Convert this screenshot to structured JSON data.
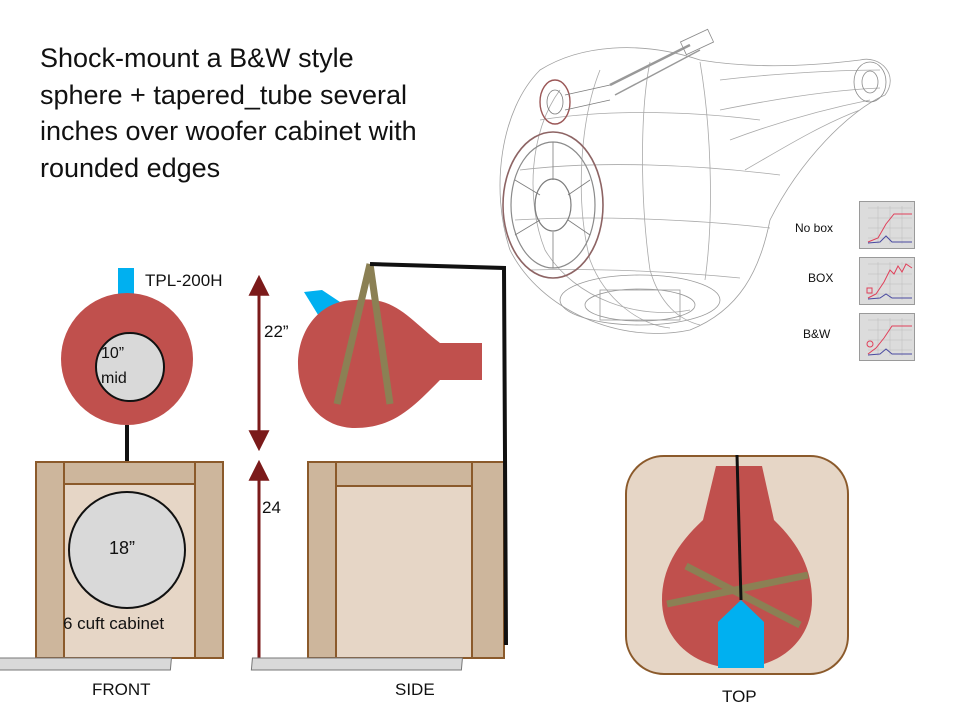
{
  "title_lines": [
    "Shock-mount a B&W style",
    "sphere + tapered_tube several",
    "inches over woofer cabinet with",
    "rounded edges"
  ],
  "labels": {
    "driver_model": "TPL-200H",
    "mid_size": "10”",
    "mid_word": "mid",
    "sphere_height": "22”",
    "cabinet_height": "24",
    "woofer_size": "18”",
    "cabinet_volume": "6 cuft cabinet",
    "view_front": "FRONT",
    "view_side": "SIDE",
    "view_top": "TOP"
  },
  "legend": [
    "No box",
    "BOX",
    "B&W"
  ],
  "colors": {
    "sphere": "#c0504d",
    "tweeter": "#00b0f0",
    "cabinet_fill": "#e6d6c6",
    "cabinet_side_panel": "#cdb69c",
    "cabinet_border": "#8b5a2b",
    "brace": "#8b8054",
    "woofer": "#d9d9d9",
    "arrow": "#7b1a1a",
    "base": "#d9d9d9"
  }
}
